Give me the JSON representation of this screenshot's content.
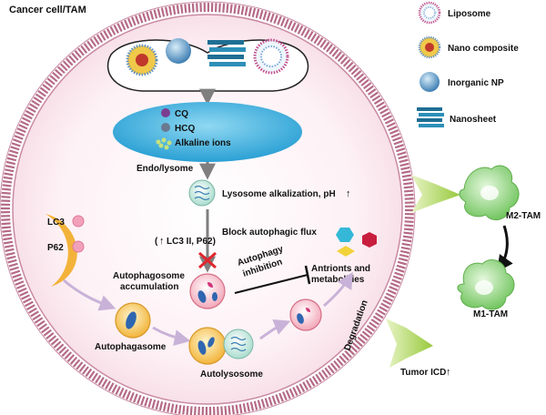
{
  "labels": {
    "cell_title": "Cancer cell/TAM",
    "cq": "CQ",
    "hcq": "HCQ",
    "alkaline_ions": "Alkaline ions",
    "endo_lysome": "Endo/lysome",
    "lysosome_alkalization": "Lysosome alkalization, pH",
    "block_flux": "Block autophagic flux",
    "lc3_p62_note": "LC3 II, P62)",
    "lc3": "LC3",
    "p62": "P62",
    "autophagosome_accumulation_1": "Autophagosome",
    "autophagosome_accumulation_2": "accumulation",
    "autophagy_inhibition_1": "Autophagy",
    "autophagy_inhibition_2": "inhibition",
    "antrionts_1": "Antrionts and",
    "antrionts_2": "metabolities",
    "degradation": "Degradation",
    "autophagasome": "Autophagasome",
    "autolysosome": "Autolysosome",
    "m2_tam": "M2-TAM",
    "m1_tam": "M1-TAM",
    "tumor_icd": "Tumor ICD"
  },
  "legend": [
    {
      "label": "Liposome",
      "icon": "liposome-icon"
    },
    {
      "label": "Nano composite",
      "icon": "nano-composite-icon"
    },
    {
      "label": "Inorganic NP",
      "icon": "inorganic-np-icon"
    },
    {
      "label": "Nanosheet",
      "icon": "nanosheet-icon"
    }
  ],
  "colors": {
    "membrane": "#b56b86",
    "cell_fill": "#fbeaf0",
    "endosome": "#5cc0e6",
    "vesicle": "#cfeee6",
    "green_arrow": "#a8d04a",
    "tam": "#9fdc8c",
    "lc3_dot": "#f2a1bb",
    "cq_dot": "#7b3d8f",
    "hcq_dot": "#6a7a90",
    "pink_arrow": "#c9b2d8"
  }
}
